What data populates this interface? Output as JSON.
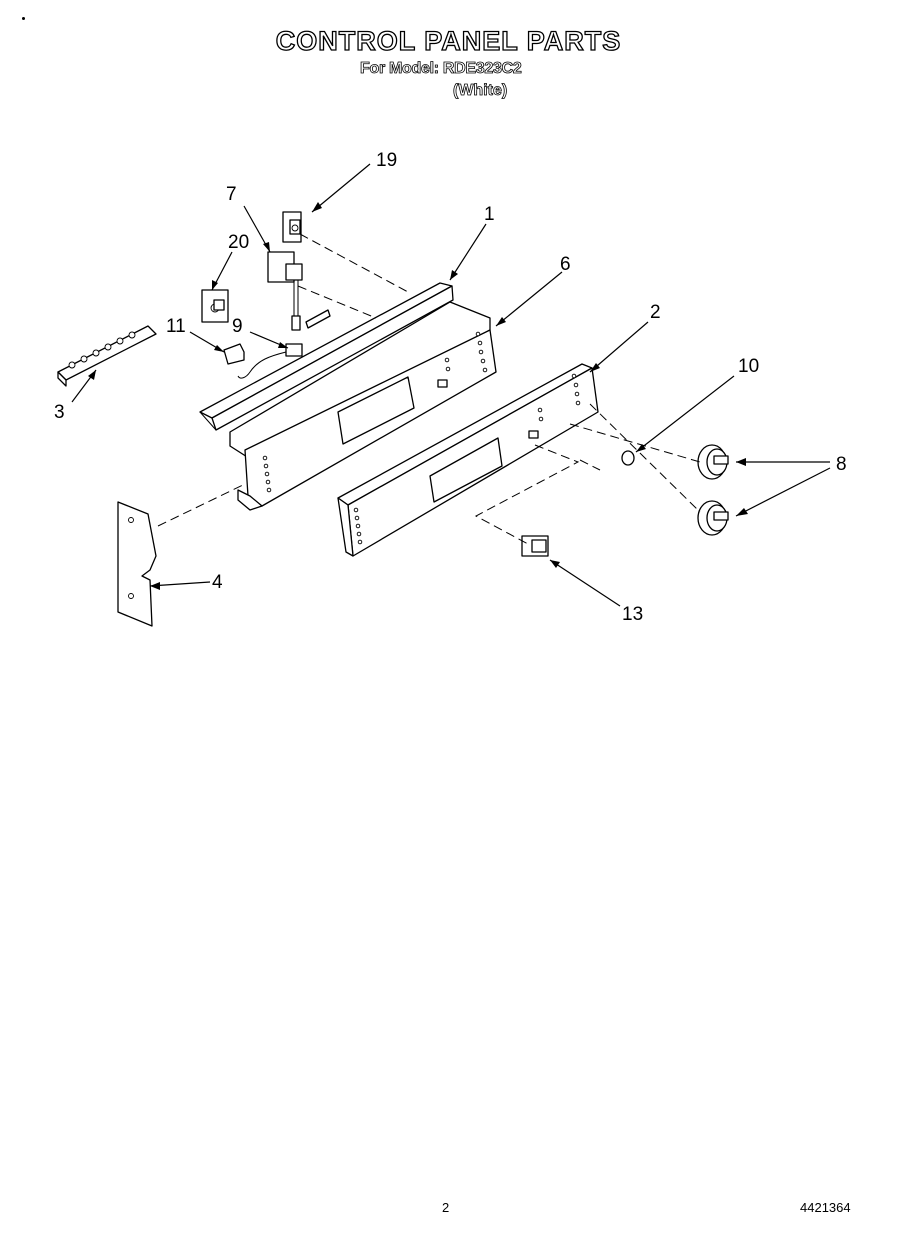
{
  "header": {
    "title": "CONTROL PANEL PARTS",
    "model_line": "For Model: RDE323C2",
    "color": "(White)"
  },
  "callouts": {
    "c1": "1",
    "c2": "2",
    "c3": "3",
    "c4": "4",
    "c6": "6",
    "c7": "7",
    "c8": "8",
    "c9": "9",
    "c10": "10",
    "c11": "11",
    "c13": "13",
    "c19": "19",
    "c20": "20"
  },
  "footer": {
    "page": "2",
    "doc_number": "4421364"
  }
}
